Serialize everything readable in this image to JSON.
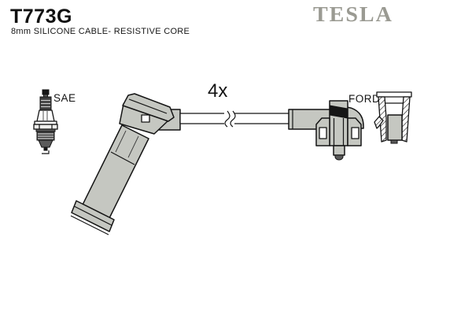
{
  "header": {
    "part_number": "T773G",
    "subtitle": "8mm SILICONE CABLE- RESISTIVE CORE",
    "brand": "TESLA"
  },
  "diagram": {
    "labels": {
      "plug_standard": "SAE",
      "quantity": "4x",
      "connector_type": "FORD"
    },
    "icons": [
      "spark-plug-icon",
      "boot-and-cable-icon",
      "cable-break-icon",
      "ford-connector-icon",
      "connector-cross-section-icon"
    ]
  },
  "colors": {
    "part_fill": "#c5c7c1",
    "outline": "#141414",
    "brand_gray": "#9a9a92",
    "background": "#ffffff"
  }
}
